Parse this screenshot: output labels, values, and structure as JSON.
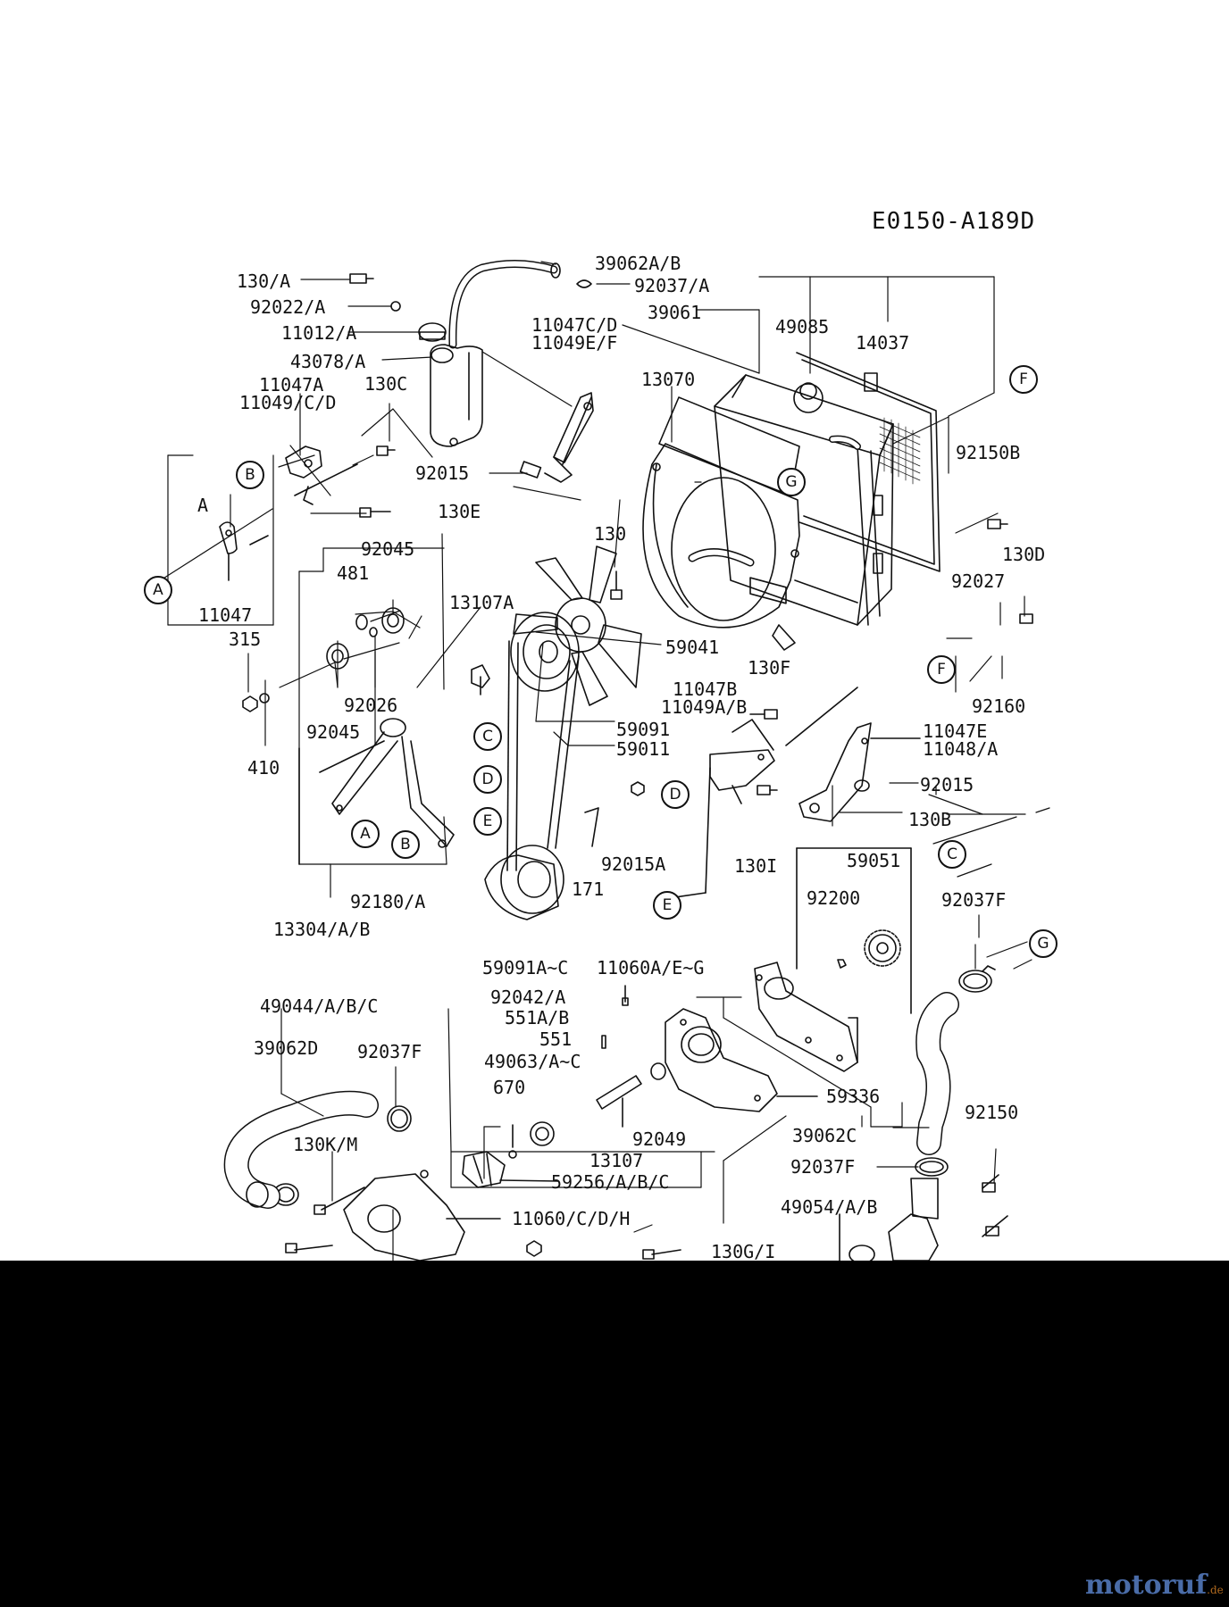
{
  "diagram_code": "E0150-A189D",
  "watermark": {
    "brand": "motoruf",
    "domain": ".de"
  },
  "group_label": "A",
  "labels": {
    "l_39062AB": "39062A/B",
    "l_92037A": "92037/A",
    "l_130A": "130/A",
    "l_92022A": "92022/A",
    "l_11012A": "11012/A",
    "l_43078A": "43078/A",
    "l_11047CD": "11047C/D",
    "l_11049EF": "11049E/F",
    "l_39061": "39061",
    "l_49085": "49085",
    "l_14037": "14037",
    "l_13070": "13070",
    "l_11047A": "11047A",
    "l_11049CD": "11049/C/D",
    "l_130C": "130C",
    "l_92015a": "92015",
    "l_130E": "130E",
    "l_92150B": "92150B",
    "l_130": "130",
    "l_130D": "130D",
    "l_11047": "11047",
    "l_92045a": "92045",
    "l_481": "481",
    "l_13107A": "13107A",
    "l_92027": "92027",
    "l_315": "315",
    "l_59041": "59041",
    "l_92026": "92026",
    "l_92045b": "92045",
    "l_130F": "130F",
    "l_11047B": "11047B",
    "l_11049AB": "11049A/B",
    "l_92160": "92160",
    "l_410": "410",
    "l_59091": "59091",
    "l_59011": "59011",
    "l_11047E": "11047E",
    "l_11048A": "11048/A",
    "l_92015b": "92015",
    "l_130B": "130B",
    "l_59051": "59051",
    "l_92015A": "92015A",
    "l_130I": "130I",
    "l_171": "171",
    "l_92200": "92200",
    "l_92037F_a": "92037F",
    "l_92180A": "92180/A",
    "l_13304AB": "13304/A/B",
    "l_59091AC": "59091A~C",
    "l_11060AEG": "11060A/E~G",
    "l_49044ABC": "49044/A/B/C",
    "l_92042A": "92042/A",
    "l_551AB": "551A/B",
    "l_551": "551",
    "l_39062D": "39062D",
    "l_92037F_b": "92037F",
    "l_49063AC": "49063/A~C",
    "l_59336": "59336",
    "l_670": "670",
    "l_92150": "92150",
    "l_92049": "92049",
    "l_39062C": "39062C",
    "l_130KM": "130K/M",
    "l_13107": "13107",
    "l_92037F_c": "92037F",
    "l_59256ABC": "59256/A/B/C",
    "l_49054AB": "49054/A/B",
    "l_11060CDH": "11060/C/D/H",
    "l_130GI": "130G/I"
  },
  "refs": {
    "r_F1": "F",
    "r_B1": "B",
    "r_G1": "G",
    "r_A1": "A",
    "r_F2": "F",
    "r_C1": "C",
    "r_D1": "D",
    "r_E1": "E",
    "r_A2": "A",
    "r_B2": "B",
    "r_D2": "D",
    "r_C2": "C",
    "r_E2": "E",
    "r_G2": "G"
  }
}
